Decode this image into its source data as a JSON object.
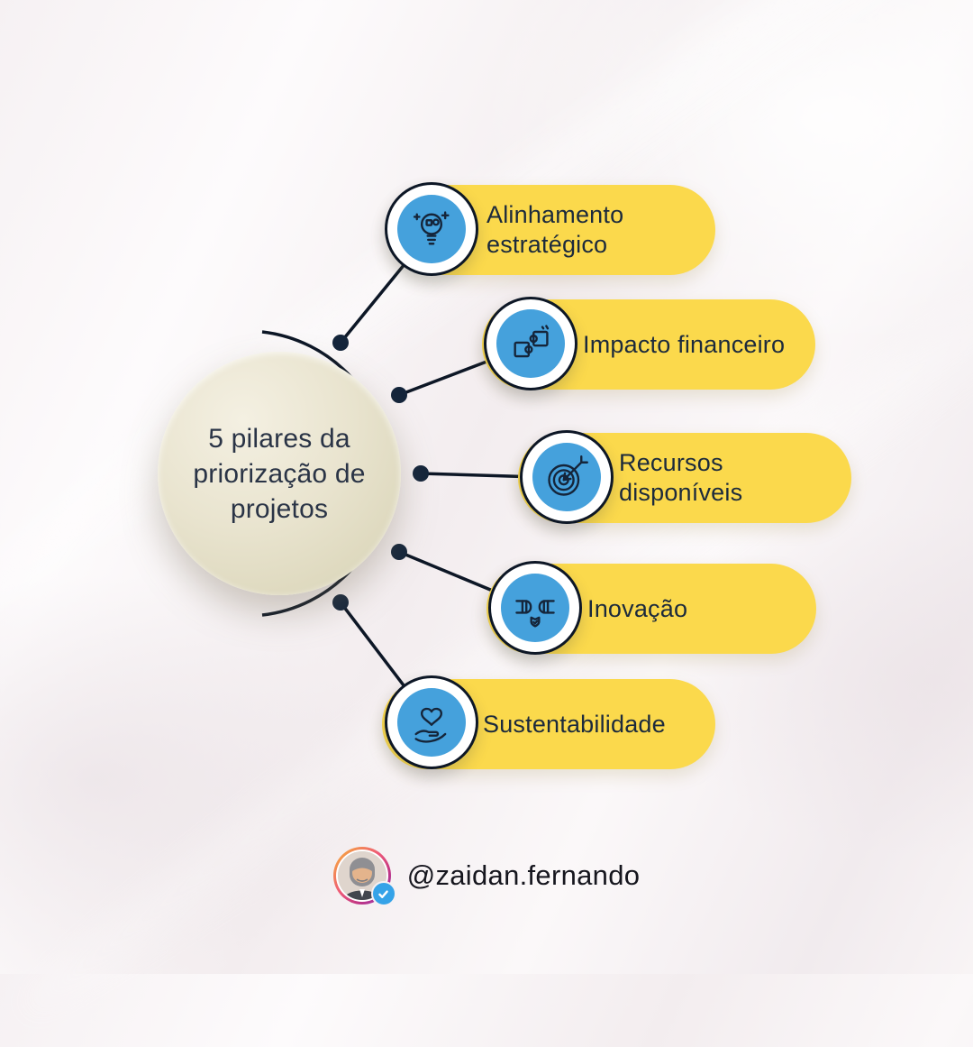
{
  "center": {
    "title": "5 pilares da priorização de projetos"
  },
  "pillars": [
    {
      "label": "Alinhamento estratégico",
      "icon": "lightbulb-puzzle-icon"
    },
    {
      "label": "Impacto financeiro",
      "icon": "puzzle-pieces-icon"
    },
    {
      "label": "Recursos disponíveis",
      "icon": "target-arrow-icon"
    },
    {
      "label": "Inovação",
      "icon": "fist-bump-shield-icon"
    },
    {
      "label": "Sustentabilidade",
      "icon": "heart-hand-icon"
    }
  ],
  "footer": {
    "handle": "@zaidan.fernando",
    "verified_icon": "verified-badge-icon",
    "avatar": "profile-photo"
  },
  "colors": {
    "pill_yellow": "#fbd94c",
    "icon_blue": "#45a1dc",
    "line_dark": "#101e30",
    "center_beige": "#e4dfc6",
    "background": "#f7f2f4",
    "text_dark": "#1c2a3c"
  }
}
